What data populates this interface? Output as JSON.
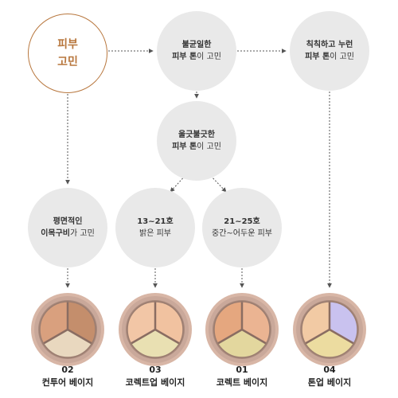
{
  "root": {
    "line1": "피부",
    "line2": "고민"
  },
  "nodes": {
    "uneven": {
      "line1": "불균일한",
      "line2_bold": "피부 톤",
      "line2_rest": "이 고민"
    },
    "dull": {
      "line1": "칙칙하고 누런",
      "line2_bold": "피부 톤",
      "line2_rest": "이 고민"
    },
    "bumpy": {
      "line1": "울긋불긋한",
      "line2_bold": "피부 톤",
      "line2_rest": "이 고민"
    },
    "flat": {
      "line1": "평면적인",
      "line2_bold": "이목구비",
      "line2_rest": "가 고민"
    },
    "range1": {
      "line1": "13~21호",
      "line2": "밝은 피부"
    },
    "range2": {
      "line1": "21~25호",
      "line2": "중간~어두운 피부"
    }
  },
  "products": [
    {
      "number": "02",
      "name": "컨투어 베이지",
      "colors": [
        "#d9a07e",
        "#c48e6c",
        "#e9d8bf"
      ]
    },
    {
      "number": "03",
      "name": "코렉트업 베이지",
      "colors": [
        "#f2c6a6",
        "#f1c2a0",
        "#e9e0b2"
      ]
    },
    {
      "number": "01",
      "name": "코렉트 베이지",
      "colors": [
        "#e5a77f",
        "#ebb492",
        "#e3d79e"
      ]
    },
    {
      "number": "04",
      "name": "톤업 베이지",
      "colors": [
        "#f2caa4",
        "#c9c2ef",
        "#ecdca0"
      ]
    }
  ],
  "colors": {
    "accent": "#b8773e",
    "node_fill": "#e9e9e9",
    "connector": "#555555",
    "compact_rim": "#c9a89a"
  }
}
